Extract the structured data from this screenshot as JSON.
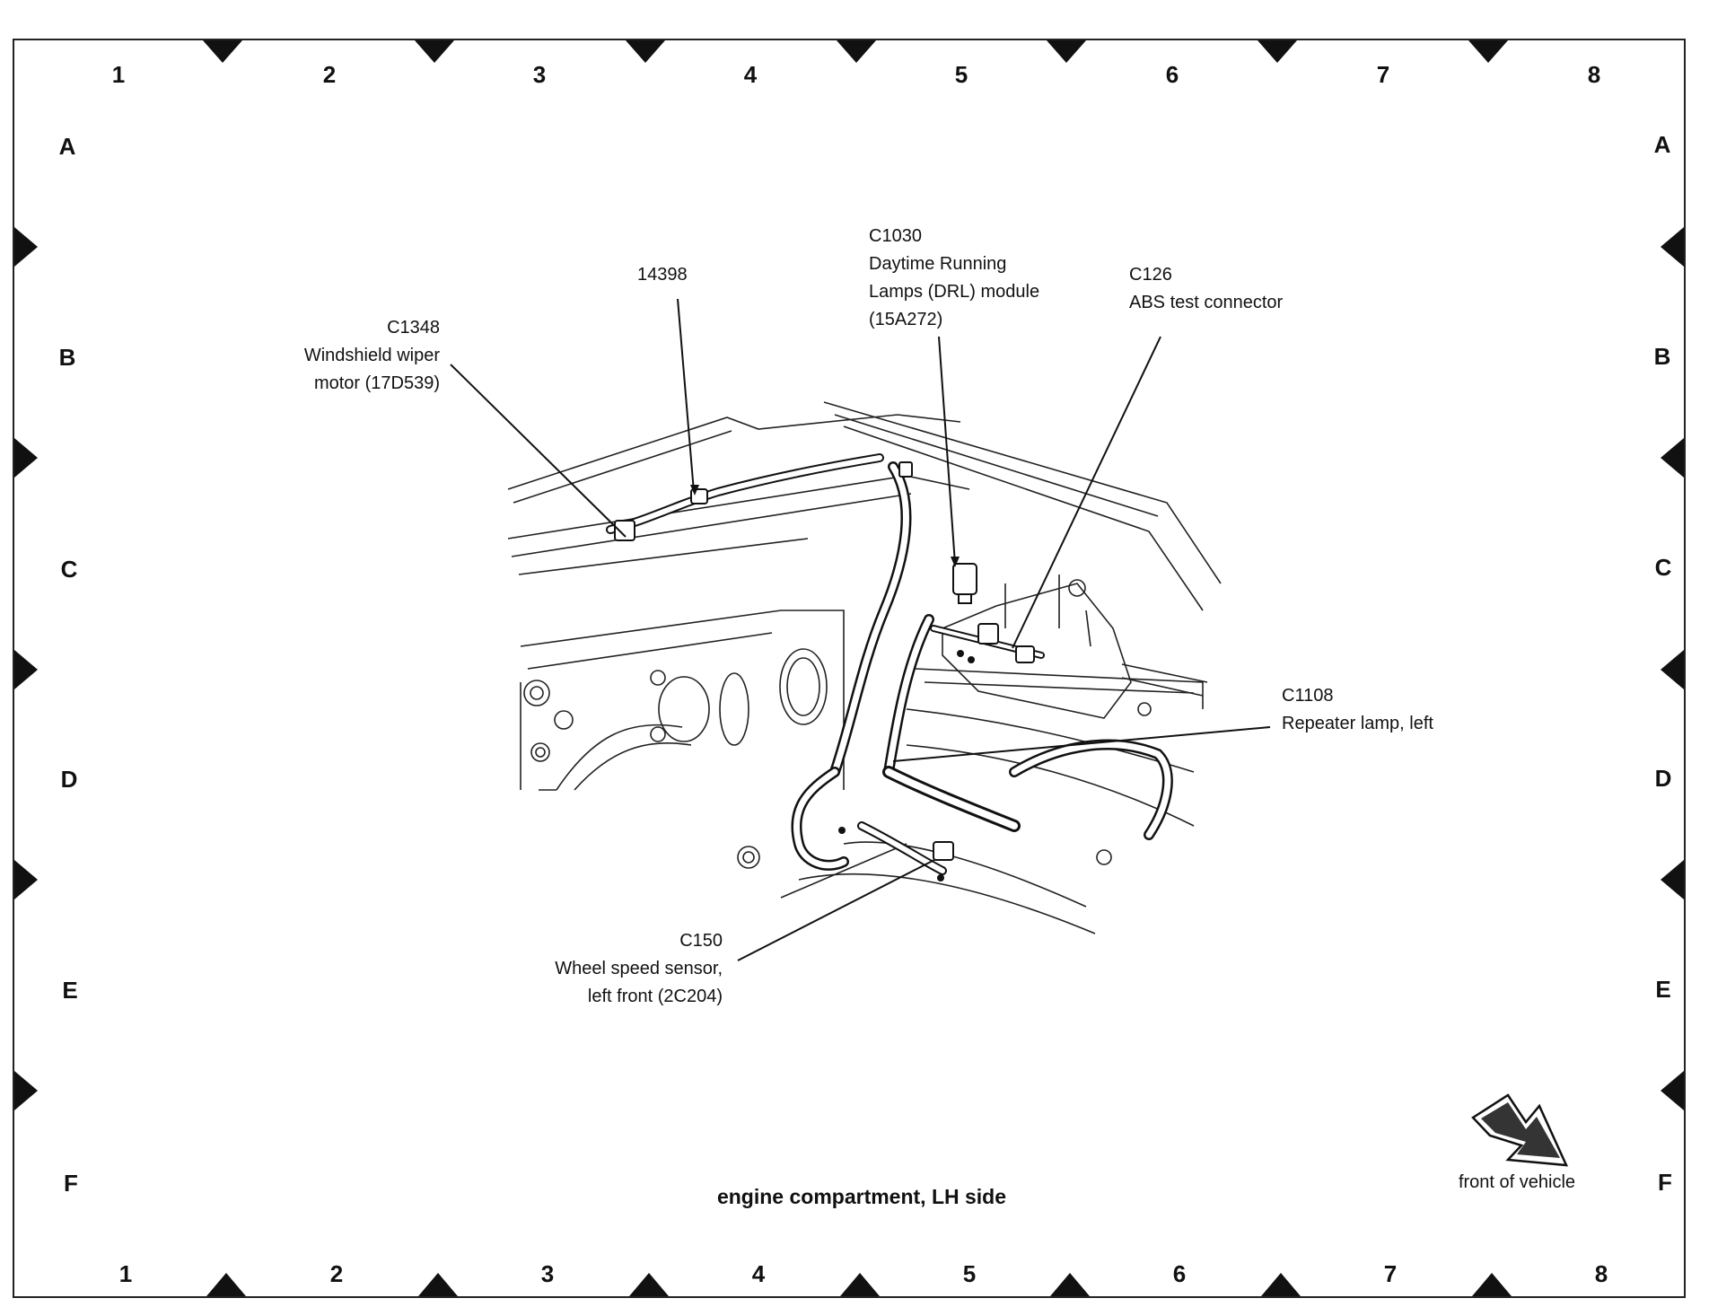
{
  "grid": {
    "columns": [
      "1",
      "2",
      "3",
      "4",
      "5",
      "6",
      "7",
      "8"
    ],
    "rows": [
      "A",
      "B",
      "C",
      "D",
      "E",
      "F"
    ]
  },
  "callouts": {
    "c1348": {
      "lines": [
        "C1348",
        "Windshield wiper",
        "motor (17D539)"
      ]
    },
    "n14398": {
      "lines": [
        "14398"
      ]
    },
    "c1030": {
      "lines": [
        "C1030",
        "Daytime Running",
        "Lamps (DRL) module",
        "(15A272)"
      ]
    },
    "c126": {
      "lines": [
        "C126",
        "ABS test connector"
      ]
    },
    "c1108": {
      "lines": [
        "C1108",
        "Repeater lamp, left"
      ]
    },
    "c150": {
      "lines": [
        "C150",
        "Wheel speed sensor,",
        "left front (2C204)"
      ]
    }
  },
  "caption": "engine compartment, LH side",
  "orientation": {
    "label": "front of vehicle",
    "icon": "front-arrow-icon"
  }
}
